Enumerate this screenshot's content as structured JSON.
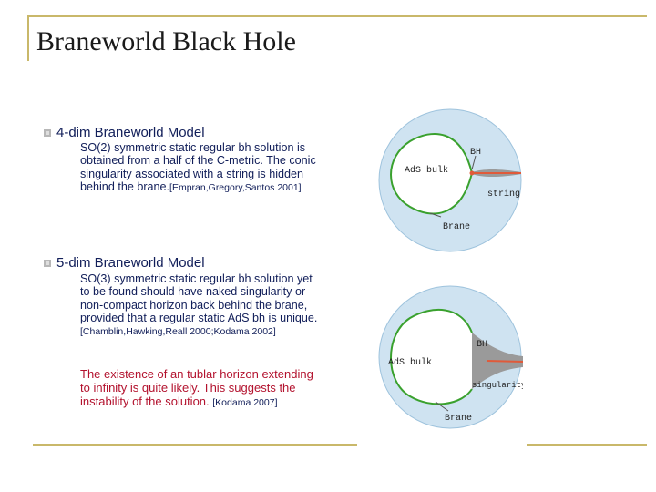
{
  "title": "Braneworld Black Hole",
  "section1": {
    "heading": "4-dim Braneworld Model",
    "text": "SO(2) symmetric static regular bh solution is obtained from a half of the C-metric.  The conic singularity associated with a string is hidden behind the brane.",
    "ref": "[Empran,Gregory,Santos 2001]"
  },
  "section2": {
    "heading": "5-dim Braneworld Model",
    "text": "SO(3) symmetric static regular bh solution yet to be found should have naked singularity or non-compact horizon back behind the brane, provided that a regular static AdS bh is unique.",
    "ref": "[Chamblin,Hawking,Reall 2000;Kodama 2002]",
    "highlight": "The existence of an tublar horizon extending to infinity is quite likely. This suggests the instability of the solution.",
    "highlight_ref": "[Kodama 2007]"
  },
  "figure1": {
    "bulk_label": "AdS bulk",
    "bh_label": "BH",
    "string_label": "string",
    "brane_label": "Brane"
  },
  "figure2": {
    "bulk_label": "AdS bulk",
    "bh_label": "BH",
    "singularity_label": "singularity",
    "brane_label": "Brane"
  },
  "colors": {
    "title_text": "#1a1a1a",
    "body_text": "#111e59",
    "highlight_text": "#b3122e",
    "frame": "#c9b86a",
    "disk": "#cfe3f1",
    "brane": "#3aa12e",
    "string": "#e05a3a"
  }
}
